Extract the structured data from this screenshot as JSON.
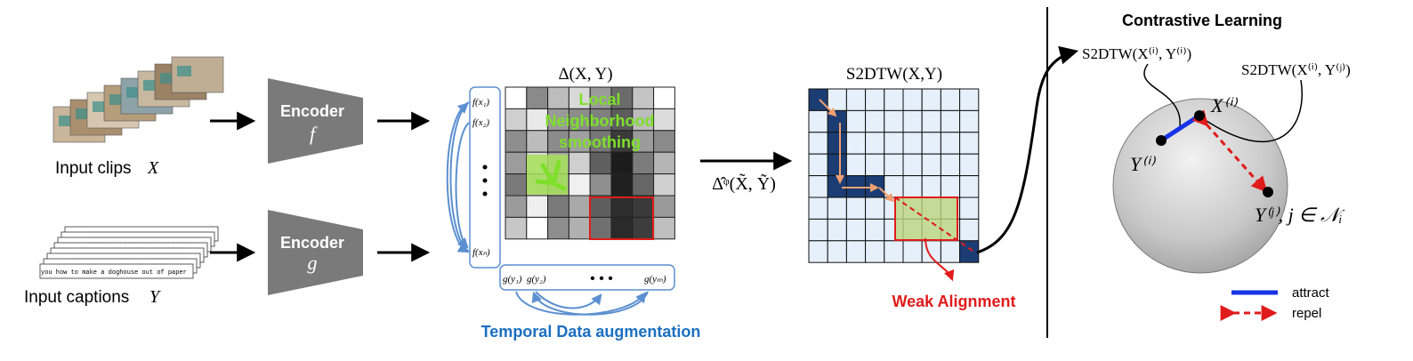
{
  "inputs": {
    "clips_label": "Input clips",
    "clips_var": "X",
    "captions_label": "Input captions",
    "captions_var": "Y",
    "caption_text": "you how to make a doghouse out of paper"
  },
  "encoders": {
    "video_label": "Encoder",
    "video_fn": "f",
    "text_label": "Encoder",
    "text_fn": "g"
  },
  "delta_matrix": {
    "title": "Δ(X, Y)",
    "overlay_lines": [
      "Local",
      "Neighborhood",
      "smoothing"
    ],
    "row_labels": [
      "f(x₁)",
      "f(x₂)",
      "f(xₙ)"
    ],
    "col_labels": [
      "g(y₁)",
      "g(y₂)",
      "g(yₘ)"
    ],
    "dots": "• • •",
    "augmentation_label": "Temporal Data augmentation"
  },
  "transform_label": "Δ̂ᵠ(X̃, Ỹ)",
  "s2dtw": {
    "title": "S2DTW(X,Y)",
    "weak_alignment_label": "Weak Alignment"
  },
  "contrastive": {
    "title": "Contrastive Learning",
    "pos_pair_label": "S2DTW(X⁽ⁱ⁾, Y⁽ⁱ⁾)",
    "neg_pair_label": "S2DTW(X⁽ⁱ⁾, Y⁽ʲ⁾)",
    "x_i": "X⁽ⁱ⁾",
    "y_i": "Y⁽ⁱ⁾",
    "y_j": "Y⁽ʲ⁾, j ∈ 𝒩ᵢ",
    "legend": [
      {
        "label": "attract",
        "color": "#1733e6"
      },
      {
        "label": "repel",
        "color": "#e01b1b"
      }
    ]
  },
  "colors": {
    "encoder": "#7a7a7a",
    "accent_blue": "#1a6fc2",
    "bracket_blue": "#5b8fd0",
    "highlight_green": "#7ee02a",
    "red": "#e01b1b",
    "path_navy": "#1c3d73",
    "grid_fill": "#e5f0fb"
  }
}
